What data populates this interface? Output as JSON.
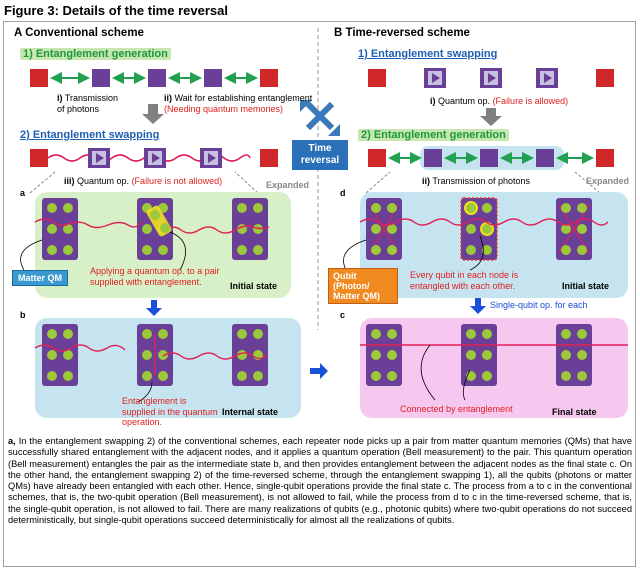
{
  "figure": {
    "title": "Figure 3: Details of the time reversal"
  },
  "left": {
    "section": "A  Conventional scheme",
    "step1": "1)  Entanglement generation",
    "i_prefix": "i)",
    "i_text": "Transmission of photons",
    "ii_prefix": "ii)",
    "ii_text": "Wait for establishing entanglement",
    "ii_red": "(Needing quantum memories)",
    "step2": "2)  Entanglement swapping",
    "iii_prefix": "iii)",
    "iii_text": "Quantum  op.",
    "iii_red": "(Failure is not allowed)",
    "expanded": "Expanded",
    "panel_a_letter": "a",
    "matter_qm": "Matter QM",
    "a_red": "Applying  a quantum op. to a pair supplied with entanglement.",
    "initial_state": "Initial state",
    "panel_b_letter": "b",
    "b_red": "Entanglement is supplied in the quantum operation.",
    "internal_state": "Internal state"
  },
  "middle": {
    "time_reversal": "Time reversal"
  },
  "right": {
    "section": "B  Time-reversed scheme",
    "step1": "1)  Entanglement swapping",
    "i_prefix": "i)",
    "i_text": "Quantum  op.",
    "i_red": "(Failure is allowed)",
    "step2": "2)  Entanglement generation",
    "ii_prefix": "ii)",
    "ii_text": "Transmission of photons",
    "expanded": "Expanded",
    "panel_d_letter": "d",
    "qubit_label": "Qubit (Photon/ Matter QM)",
    "d_red": "Every qubit in each node is entangled with each other.",
    "initial_state": "Initial state",
    "single_qubit": "Single-qubit op. for each",
    "panel_c_letter": "c",
    "c_red": "Connected by entanglement",
    "final_state": "Final state"
  },
  "caption": {
    "a": "a,",
    "text": " In the entanglement swapping 2) of the conventional schemes, each repeater node picks up a pair from matter quantum memories (QMs) that have successfully shared entanglement with the adjacent nodes, and it applies a quantum operation (Bell measurement) to the pair. This quantum operation (Bell measurement) entangles the pair as the intermediate state b, and then provides entanglement between the adjacent nodes as the final state c. On the other hand, the entanglement swapping 2) of the time-reversed scheme, through the entanglement swapping 1), all the qubits (photons or matter QMs) have already been entangled with each other. Hence, single-qubit operations provide the final state c. The process from a to c in the conventional schemes, that is, the two-qubit operation (Bell measurement), is not allowed to fail, while the process from d to c in the time-reversed scheme, that is, the single-qubit operation, is not allowed to fail. There are many realizations of qubits (e.g., photonic qubits) where two-qubit operations do not succeed deterministically, but single-qubit operations succeed deterministically for almost all the realizations of qubits."
  },
  "colors": {
    "node_red": "#d02828",
    "node_purple": "#6a3f98",
    "qubit_green": "#9cc83a",
    "link_green": "#20a050",
    "wavy_red": "#e0205a",
    "arrow_blue": "#1a4fd8",
    "arrow_gray": "#808080",
    "accent_blue": "#2a70b8"
  },
  "icons": {
    "time_reversal": "cross-arrows-icon",
    "play": "play-triangle-icon"
  }
}
